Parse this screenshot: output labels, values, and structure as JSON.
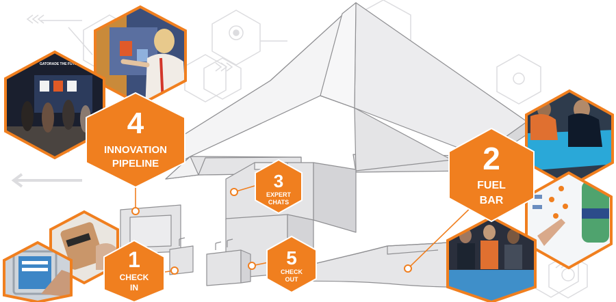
{
  "colors": {
    "accent": "#f07f1f",
    "structure_fill": "#e4e4e6",
    "structure_stroke": "#8f8f92",
    "bg_pattern": "#d9d9dc"
  },
  "stations": [
    {
      "number": "4",
      "line1": "INNOVATION",
      "line2": "PIPELINE"
    },
    {
      "number": "3",
      "line1": "EXPERT",
      "line2": "CHATS"
    },
    {
      "number": "2",
      "line1": "FUEL",
      "line2": "BAR"
    },
    {
      "number": "1",
      "line1": "CHECK",
      "line2": "IN"
    },
    {
      "number": "5",
      "line1": "CHECK",
      "line2": "OUT"
    }
  ],
  "photos": {
    "wall_sign": "GATORADE THE FUTURE OF SPORTS FUEL"
  }
}
